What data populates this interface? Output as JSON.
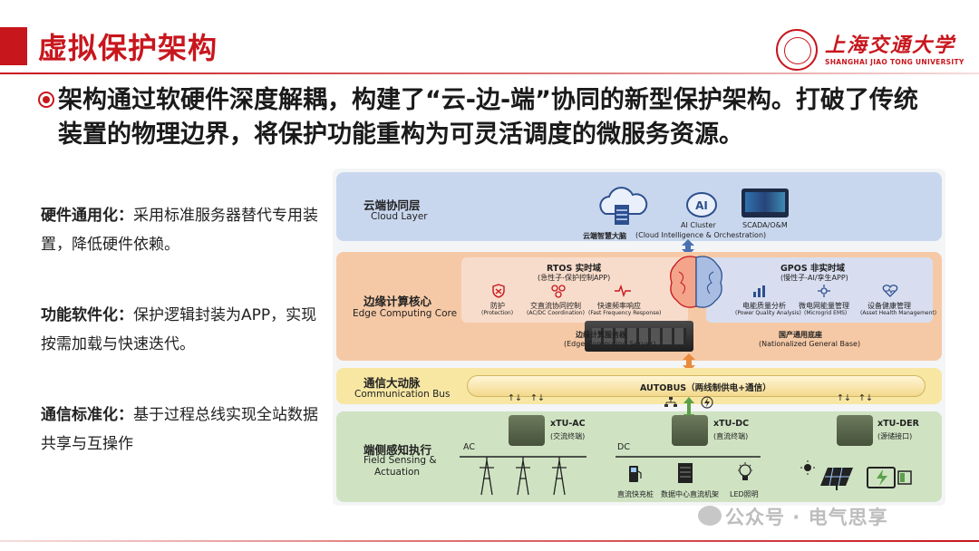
{
  "slide": {
    "title": "虚拟保护架构",
    "logo": {
      "cn": "上海交通大学",
      "en": "SHANGHAI JIAO TONG UNIVERSITY"
    },
    "bullet": "架构通过软硬件深度解耦，构建了“云-边-端”协同的新型保护架构。打破了传统装置的物理边界，将保护功能重构为可灵活调度的微服务资源。",
    "points": [
      {
        "head": "硬件通用化：",
        "body": "采用标准服务器替代专用装置，降低硬件依赖。"
      },
      {
        "head": "功能软件化：",
        "body": "保护逻辑封装为APP，实现按需加载与快速迭代。"
      },
      {
        "head": "通信标准化：",
        "body": "基于过程总线实现全站数据共享与互操作"
      }
    ],
    "watermark": "公众号 · 电气思享"
  },
  "diagram": {
    "cloud": {
      "name": "云端协同层",
      "sub": "Cloud Layer",
      "ai_label": "AI Cluster",
      "scada_label": "SCADA/O&M",
      "ai_glyph": "AI",
      "brain_label": "云端智慧大脑",
      "brain_sub": "(Cloud Intelligence & Orchestration)"
    },
    "edge": {
      "name": "边缘计算核心",
      "sub": "Edge Computing Core",
      "rtos": {
        "title": "RTOS 实时域",
        "subtitle": "(急性子-保护控制APP)",
        "items": [
          {
            "cn": "防护",
            "en": "(Protection)"
          },
          {
            "cn": "交直流协同控制",
            "en": "(AC/DC Coordination)"
          },
          {
            "cn": "快速频率响应",
            "en": "(Fast Frequency Response)"
          }
        ]
      },
      "gpos": {
        "title": "GPOS 非实时域",
        "subtitle": "(慢性子-AI/孪生APP)",
        "items": [
          {
            "cn": "电能质量分析",
            "en": "(Power Quality Analysis)"
          },
          {
            "cn": "微电网能量管理",
            "en": "(Microgrid EMS)"
          },
          {
            "cn": "设备健康管理",
            "en": "(Asset Health Management)"
          }
        ]
      },
      "server_label": "边缘计算服务器",
      "server_sub": "(Edge Computing Server)",
      "base_label": "国产通用底座",
      "base_sub": "(Nationalized General Base)"
    },
    "bus": {
      "name": "通信大动脉",
      "sub": "Communication Bus",
      "autobus": "AUTOBUS（两线制供电+通信）",
      "arrow_glyph": "↑↓"
    },
    "field": {
      "name": "端侧感知执行",
      "sub1": "Field Sensing &",
      "sub2": "Actuation",
      "ac_label": "AC",
      "dc_label": "DC",
      "terminals": [
        {
          "name": "xTU-AC",
          "sub": "(交流终端)"
        },
        {
          "name": "xTU-DC",
          "sub": "(直流终端)"
        },
        {
          "name": "xTU-DER",
          "sub": "(源储接口)"
        }
      ],
      "devices": [
        "直流快充桩",
        "数据中心直流机架",
        "LED照明"
      ]
    }
  },
  "colors": {
    "brand_red": "#c8161d",
    "cloud_layer": "#c9d7ee",
    "edge_layer": "#f6c9a6",
    "bus_layer": "#f7e7a3",
    "field_layer": "#cfe3c2"
  }
}
